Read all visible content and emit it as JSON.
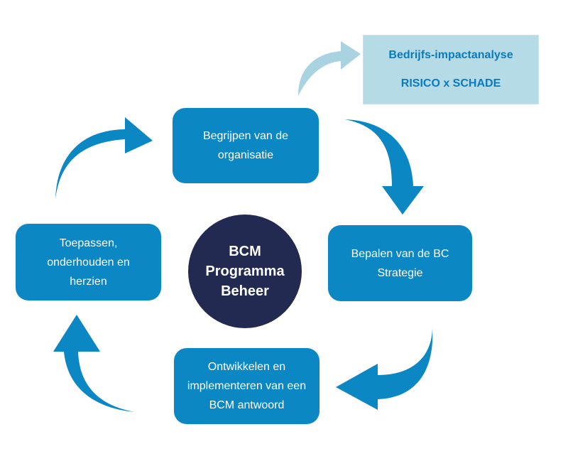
{
  "colors": {
    "node_fill": "#0b87c4",
    "center_fill": "#232a51",
    "impact_fill": "#b4dbe6",
    "impact_text": "#0b7bbf",
    "impact_arrow": "#a9d3e1",
    "text_light": "#ffffff"
  },
  "center": {
    "label": "BCM\nProgramma\nBeheer"
  },
  "cycle": [
    {
      "id": "understand",
      "label": "Begrijpen van de\norganisatie"
    },
    {
      "id": "strategy",
      "label": "Bepalen van de BC\nStrategie"
    },
    {
      "id": "develop",
      "label": "Ontwikkelen en\nimplementeren van een\nBCM antwoord"
    },
    {
      "id": "maintain",
      "label": "Toepassen,\nonderhouden en\nherzien"
    }
  ],
  "impact_box": {
    "title": "Bedrijfs-impactanalyse",
    "subtitle": "RISICO x SCHADE"
  }
}
